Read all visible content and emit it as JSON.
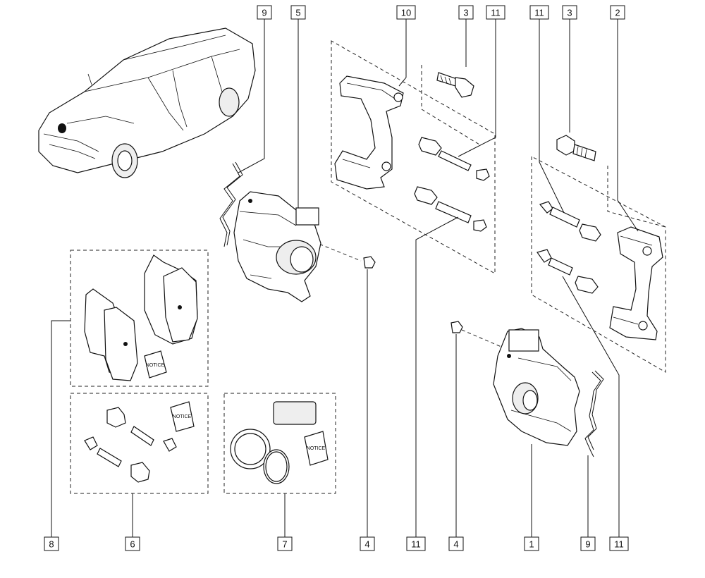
{
  "callouts": {
    "top": [
      "9",
      "5",
      "10",
      "3",
      "11",
      "11",
      "3",
      "2"
    ],
    "bottom": [
      "8",
      "6",
      "7",
      "4",
      "11",
      "4",
      "1",
      "9",
      "11"
    ]
  },
  "notice_labels": {
    "pads": "NOTICE",
    "guides": "NOTICE",
    "seal": "NOTICE"
  }
}
